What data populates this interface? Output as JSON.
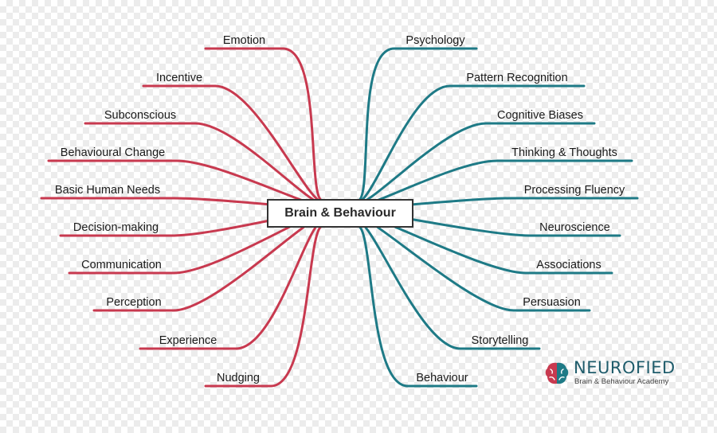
{
  "colors": {
    "left": "#c8394f",
    "right": "#1e7a86",
    "box_border": "#333333",
    "brand": "#1f5c6b"
  },
  "center": {
    "label": "Brain & Behaviour"
  },
  "left_branches": [
    {
      "label": "Emotion"
    },
    {
      "label": "Incentive"
    },
    {
      "label": "Subconscious"
    },
    {
      "label": "Behavioural Change"
    },
    {
      "label": "Basic Human Needs"
    },
    {
      "label": "Decision-making"
    },
    {
      "label": "Communication"
    },
    {
      "label": "Perception"
    },
    {
      "label": "Experience"
    },
    {
      "label": "Nudging"
    }
  ],
  "right_branches": [
    {
      "label": "Psychology"
    },
    {
      "label": "Pattern Recognition"
    },
    {
      "label": "Cognitive Biases"
    },
    {
      "label": "Thinking & Thoughts"
    },
    {
      "label": "Processing Fluency"
    },
    {
      "label": "Neuroscience"
    },
    {
      "label": "Associations"
    },
    {
      "label": "Persuasion"
    },
    {
      "label": "Storytelling"
    },
    {
      "label": "Behaviour"
    }
  ],
  "logo": {
    "brand": "NEUROFIED",
    "tagline": "Brain & Behaviour Academy",
    "icon": "brain-icon"
  }
}
